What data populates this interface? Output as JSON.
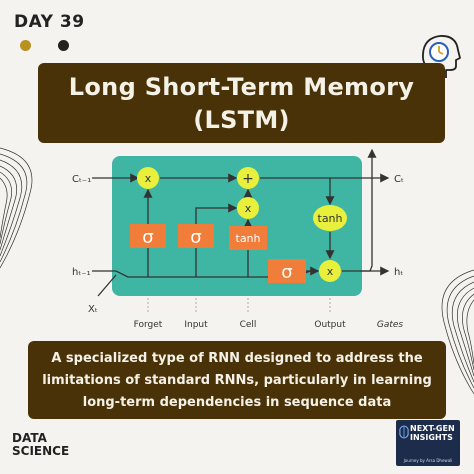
{
  "day_label": "DAY 39",
  "title": {
    "line1": "Long Short-Term Memory",
    "line2": "(LSTM)"
  },
  "diagram": {
    "inputs": {
      "cell_prev": "Cₜ₋₁",
      "hidden_prev": "hₜ₋₁",
      "x_input": "Xₜ"
    },
    "outputs": {
      "cell_next": "Cₜ",
      "hidden_next": "hₜ"
    },
    "ops": {
      "multiply": "x",
      "add": "+",
      "sigma": "σ",
      "tanh": "tanh"
    },
    "gate_labels": {
      "forget": "Forget",
      "input": "Input",
      "cell": "Cell",
      "output": "Output",
      "gates": "Gates"
    },
    "colors": {
      "panel": "#3fb6a4",
      "node": "#e8f03b",
      "sigma_box": "#f07d3a",
      "line": "#333333"
    }
  },
  "description": {
    "line1": "A specialized type of RNN designed to address the",
    "line2": "limitations of standard RNNs, particularly in learning",
    "line3": "long-term dependencies in sequence data"
  },
  "branding": {
    "left_line1": "DATA",
    "left_line2": "SCIENCE",
    "right_line1": "NEXT-GEN",
    "right_line2": "INSIGHTS",
    "right_tagline": "Journey by Arsa Dhewali"
  },
  "icons": [
    "head-clock-icon",
    "concentric-wave-icon"
  ]
}
